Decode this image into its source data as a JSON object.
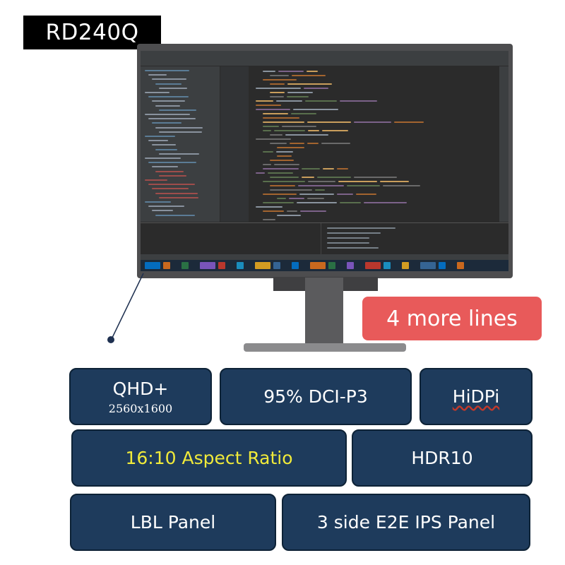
{
  "model": "RD240Q",
  "badge": "4 more lines",
  "features": {
    "qhd_title": "QHD+",
    "qhd_resolution": "2560x1600",
    "dci": "95% DCI-P3",
    "hidpi": "HiDPi",
    "aspect": "16:10 Aspect Ratio",
    "hdr": "HDR10",
    "lbl": "LBL Panel",
    "e2e": "3 side E2E IPS Panel"
  },
  "colors": {
    "tile": "#1e3b5c",
    "badge": "#e85a5a",
    "highlight_text": "#f0ea3a"
  }
}
